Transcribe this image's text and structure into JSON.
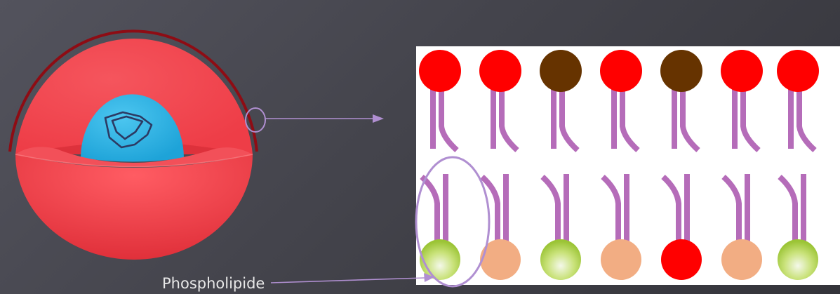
{
  "diagram": {
    "label": "Phospholipide",
    "colors": {
      "cell_sphere": "#ee3d47",
      "cell_cut_face": "#f25059",
      "cell_rim_outline": "#8e0c14",
      "nucleus": "#2cb3e6",
      "nucleus_symbol": "#2c3a63",
      "connector_lines": "#b08fd1",
      "membrane_background": "#ffffff",
      "lipid_tail": "#b56cb9",
      "head_red": "#ff0000",
      "head_brown": "#663300",
      "head_green": "#a5cc3a",
      "head_peach": "#f2ad83"
    },
    "top_row_heads": [
      "red",
      "red",
      "brown",
      "red",
      "brown",
      "red",
      "red"
    ],
    "bottom_row_heads": [
      "green",
      "peach",
      "green",
      "peach",
      "red",
      "peach",
      "green"
    ],
    "icons": [
      "cell-icon",
      "nucleus-icon",
      "arrow-right-icon",
      "ellipse-highlight-icon"
    ]
  }
}
